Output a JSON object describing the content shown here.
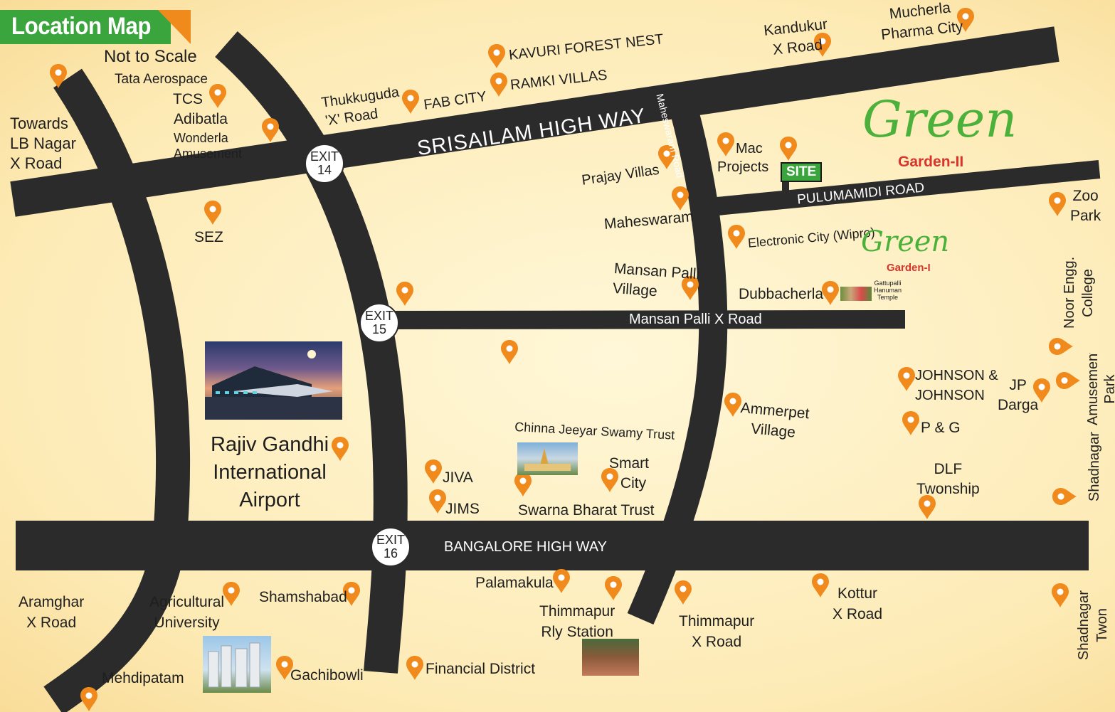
{
  "title": "Location Map",
  "subtitle": "Not to Scale",
  "brand": {
    "name": "Green",
    "garden2": "Garden-II",
    "garden1": "Garden-I"
  },
  "site_label": "SITE",
  "roads": {
    "srisailam": "SRISAILAM HIGH WAY",
    "bangalore": "BANGALORE HIGH WAY",
    "pulumamidi": "PULUMAMIDI ROAD",
    "mansanpalli": "Mansan Palli X Road",
    "maheswaram": "Maheswaram Road"
  },
  "exits": [
    {
      "line1": "EXIT",
      "line2": "14"
    },
    {
      "line1": "EXIT",
      "line2": "15"
    },
    {
      "line1": "EXIT",
      "line2": "16"
    }
  ],
  "places": {
    "towards_lb": [
      "Towards",
      "LB Nagar",
      "X Road"
    ],
    "tata": "Tata Aerospace",
    "tcs": "TCS",
    "adibatla": "Adibatla",
    "wonderla": [
      "Wonderla",
      "Amusement"
    ],
    "sez": "SEZ",
    "thukkuguda": [
      "Thukkuguda",
      "'X' Road"
    ],
    "fab_city": "FAB CITY",
    "kavuri": "KAVURI FOREST NEST",
    "ramki": "RAMKI VILLAS",
    "kandukur": [
      "Kandukur",
      "X Road"
    ],
    "mucherla": [
      "Mucherla",
      "Pharma City"
    ],
    "prajay": "Prajay Villas",
    "mac": [
      "Mac",
      "Projects"
    ],
    "maheswaram": "Maheswaram",
    "electronic": "Electronic City (Wipro)",
    "zoo": [
      "Zoo",
      "Park"
    ],
    "mansan_village": [
      "Mansan Palli",
      "Village"
    ],
    "dubbacherla": "Dubbacherla",
    "gattupalli": [
      "Gattupalli",
      "Hanuman",
      "Temple"
    ],
    "noor": [
      "Noor Engg.",
      "College"
    ],
    "airport": [
      "Rajiv Gandhi",
      "International",
      "Airport"
    ],
    "chinna": "Chinna Jeeyar Swamy Trust",
    "smart_city": [
      "Smart",
      "City"
    ],
    "ammerpet": [
      "Ammerpet",
      "Village"
    ],
    "jnj": [
      "JOHNSON &",
      "JOHNSON"
    ],
    "jp_darga": [
      "JP",
      "Darga"
    ],
    "amusement_park": [
      "Amusement",
      "Park"
    ],
    "pg": "P & G",
    "dlf": [
      "DLF",
      "Twonship"
    ],
    "shadnagar": "Shadnagar",
    "jiva": "JIVA",
    "jims": "JIMS",
    "swarna": "Swarna Bharat Trust",
    "aramghar": [
      "Aramghar",
      "X Road"
    ],
    "agri": [
      "Agricultural",
      "University"
    ],
    "shamshabad": "Shamshabad",
    "palamakula": "Palamakula",
    "thimmapur_rly": [
      "Thimmapur",
      "Rly Station"
    ],
    "thimmapur_x": [
      "Thimmapur",
      "X Road"
    ],
    "kottur": [
      "Kottur",
      "X Road"
    ],
    "shadnagar_twon": [
      "Shadnagar",
      "Twon"
    ],
    "mehdipatam": "Mehdipatam",
    "gachibowli": "Gachibowli",
    "financial": "Financial District"
  },
  "colors": {
    "road": "#2b2b2b",
    "pin": "#f08a1c",
    "brand_green": "#3aa53c",
    "brand_red": "#d9342b",
    "background": "#fdebb6"
  },
  "icons": [
    "location-pin-icon"
  ]
}
